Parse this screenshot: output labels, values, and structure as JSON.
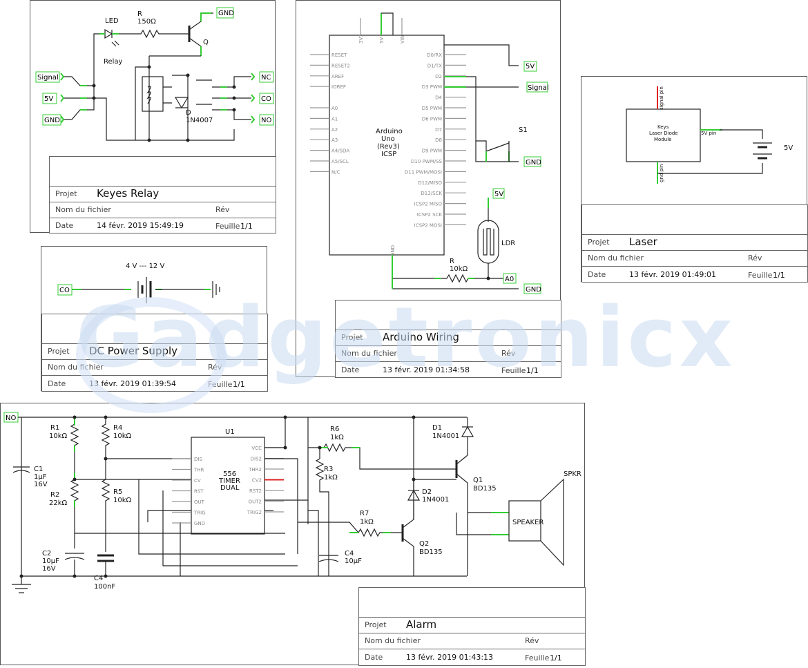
{
  "watermark": "Gadgetronicx",
  "sheets": {
    "relay": {
      "labels": {
        "led": "LED",
        "r": "R",
        "r_val": "150Ω",
        "relay": "Relay",
        "q": "Q",
        "d": "D",
        "d_val": "1N4007"
      },
      "nets": {
        "gnd_top": "GND",
        "signal": "Signal",
        "v5": "5V",
        "gnd": "GND",
        "no": "NO",
        "co": "CO",
        "nc": "NC"
      },
      "title": {
        "projet_k": "Projet",
        "projet_v": "Keyes Relay",
        "fichier_k": "Nom du fichier",
        "rev_k": "Rév",
        "date_k": "Date",
        "date_v": "14 févr. 2019 15:49:19",
        "feuille_k": "Feuille",
        "feuille_v": "1/1"
      }
    },
    "power": {
      "labels": {
        "battery": "4 V --- 12 V"
      },
      "nets": {
        "co": "CO"
      },
      "title": {
        "projet_k": "Projet",
        "projet_v": "DC Power Supply",
        "fichier_k": "Nom du fichier",
        "rev_k": "Rév",
        "date_k": "Date",
        "date_v": "13 févr. 2019 01:39:54",
        "feuille_k": "Feuille",
        "feuille_v": "1/1"
      }
    },
    "arduino": {
      "labels": {
        "chip_name": "Arduino",
        "chip_sub1": "Uno",
        "chip_sub2": "(Rev3)",
        "chip_sub3": "ICSP",
        "s1": "S1",
        "ldr": "LDR",
        "r": "R",
        "r_val": "10kΩ"
      },
      "pins_left": [
        "RESET",
        "RESET2",
        "AREF",
        "IOREF",
        "A0",
        "A1",
        "A2",
        "A3",
        "A4/SDA",
        "A5/SCL",
        "N/C"
      ],
      "pins_right": [
        "D0/RX",
        "D1/TX",
        "D2",
        "D3 PWM",
        "D4",
        "D5 PWM",
        "D6 PWM",
        "D7",
        "D8",
        "D9 PWM",
        "D10 PWM/SS",
        "D11 PWM/MOSI",
        "D12/MISO",
        "D13/SCK",
        "ICSP2 MISO",
        "ICSP2 SCK",
        "ICSP2 MOSI"
      ],
      "pins_top": [
        "3V3",
        "5V",
        "VIN"
      ],
      "pin_bottom": "GND",
      "nets": {
        "v5a": "5V",
        "signal": "Signal",
        "gnd": "GND",
        "v5b": "5V",
        "a0": "A0",
        "gnd2": "GND"
      },
      "title": {
        "projet_k": "Projet",
        "projet_v": "Arduino Wiring",
        "fichier_k": "Nom du fichier",
        "rev_k": "Rév",
        "date_k": "Date",
        "date_v": "13 févr. 2019 01:34:58",
        "feuille_k": "Feuille",
        "feuille_v": "1/1"
      }
    },
    "laser": {
      "labels": {
        "module_1": "Keys",
        "module_2": "Laser Diode",
        "module_3": "Module",
        "signal_pin": "signal pin",
        "vpin": "5V pin",
        "gnd_pin": "gnd pin",
        "battery": "5V"
      },
      "title": {
        "projet_k": "Projet",
        "projet_v": "Laser",
        "fichier_k": "Nom du fichier",
        "rev_k": "Rév",
        "date_k": "Date",
        "date_v": "13 févr. 2019 01:49:01",
        "feuille_k": "Feuille",
        "feuille_v": "1/1"
      }
    },
    "alarm": {
      "labels": {
        "r1": "R1",
        "r1v": "10kΩ",
        "r4": "R4",
        "r4v": "10kΩ",
        "r2": "R2",
        "r2v": "22kΩ",
        "r5": "R5",
        "r5v": "10kΩ",
        "c1": "C1",
        "c1v1": "1µF",
        "c1v2": "16V",
        "c2": "C2",
        "c2v1": "10µF",
        "c2v2": "16V",
        "c4a": "C4",
        "c4av": "100nF",
        "u1": "U1",
        "ic1": "556",
        "ic2": "TIMER",
        "ic3": "DUAL",
        "r6": "R6",
        "r6v": "1kΩ",
        "r3": "R3",
        "r3v": "1kΩ",
        "r7": "R7",
        "r7v": "1kΩ",
        "c4b": "C4",
        "c4bv": "10µF",
        "d1": "D1",
        "d1v": "1N4001",
        "d2": "D2",
        "d2v": "1N4001",
        "q1": "Q1",
        "q1v": "BD135",
        "q2": "Q2",
        "q2v": "BD135",
        "spkr": "SPKR",
        "speaker": "SPEAKER"
      },
      "ic_pins_left": [
        "DIS",
        "THR",
        "CV",
        "RST",
        "OUT",
        "TRIG",
        "GND"
      ],
      "ic_pins_right": [
        "VCC",
        "DIS2",
        "THR2",
        "CV2",
        "RST2",
        "OUT2",
        "TRIG2"
      ],
      "nets": {
        "no": "NO"
      },
      "title": {
        "projet_k": "Projet",
        "projet_v": "Alarm",
        "fichier_k": "Nom du fichier",
        "rev_k": "Rév",
        "date_k": "Date",
        "date_v": "13 févr. 2019 01:43:13",
        "feuille_k": "Feuille",
        "feuille_v": "1/1"
      }
    }
  }
}
